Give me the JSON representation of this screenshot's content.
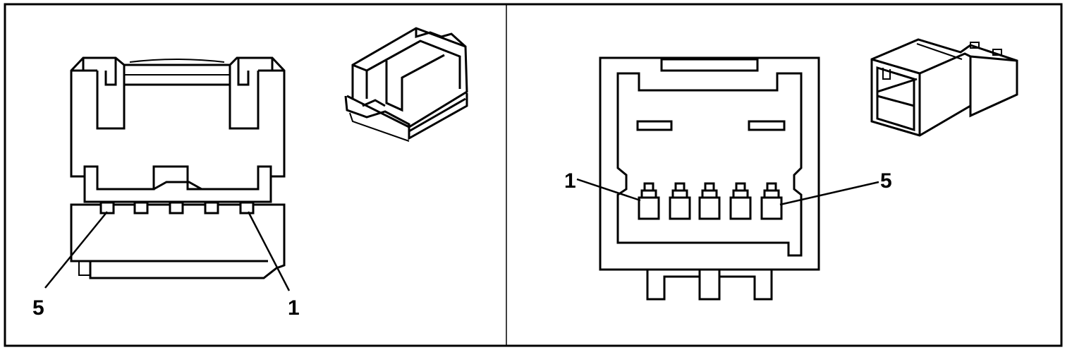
{
  "left_panel": {
    "pin_label_left": "5",
    "pin_label_right": "1"
  },
  "right_panel": {
    "pin_label_left": "1",
    "pin_label_right": "5"
  }
}
